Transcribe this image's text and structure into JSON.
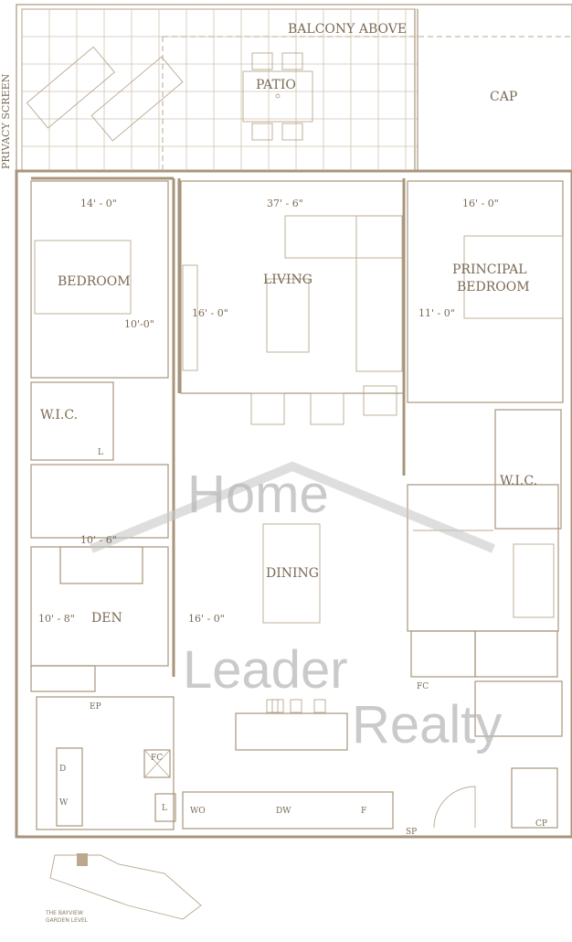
{
  "exterior": {
    "balcony_above": "BALCONY ABOVE",
    "patio": "PATIO",
    "cap": "CAP",
    "privacy_screen": "PRIVACY SCREEN"
  },
  "rooms": {
    "bedroom": {
      "label": "BEDROOM",
      "width": "14' - 0\"",
      "depth": "10'-0\""
    },
    "living": {
      "label": "LIVING",
      "width": "37' - 6\"",
      "depth": "16' - 0\""
    },
    "principal_bedroom": {
      "label1": "PRINCIPAL",
      "label2": "BEDROOM",
      "width": "16' - 0\"",
      "depth": "11' - 0\""
    },
    "wic_left": "W.I.C.",
    "wic_right": "W.I.C.",
    "den": {
      "label": "DEN",
      "width": "10' - 6\"",
      "depth": "10' - 8\""
    },
    "dining": {
      "label": "DINING",
      "depth": "16' - 0\""
    }
  },
  "fixtures": {
    "linen_1": "L",
    "linen_2": "L",
    "fc_1": "FC",
    "fc_2": "FC",
    "ep": "EP",
    "dryer": "D",
    "washer": "W",
    "wall_oven": "WO",
    "dishwasher": "DW",
    "fridge": "F",
    "sp": "SP",
    "cp": "CP"
  },
  "key_plan": {
    "line1": "THE BAYVIEW",
    "line2": "GARDEN LEVEL"
  },
  "watermark": {
    "line1": "Home",
    "line2": "Leader",
    "line3": "Realty"
  },
  "colors": {
    "line": "#a8957c",
    "text": "#7a6a55",
    "watermark": "#b9b9b9"
  }
}
